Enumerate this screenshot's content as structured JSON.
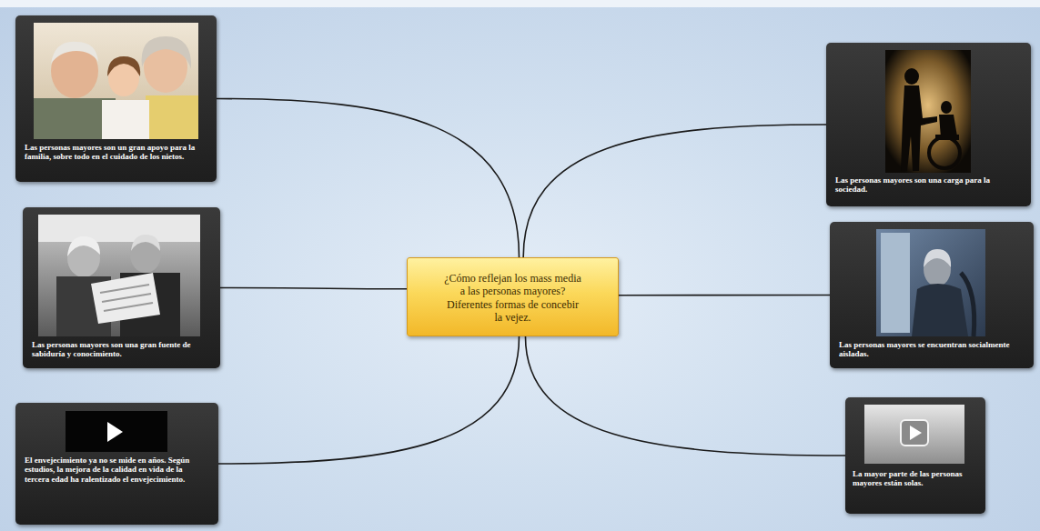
{
  "diagram": {
    "nodes": [
      {
        "text": [
          "¿Cómo reflejan los mass media a las personas mayores? Diferentes formas de concebir la vejez."
        ]
      },
      {
        "text": [
          "Las personas mayores son un gran apoyo para la familia, sobre todo en el cuidado de los nietos."
        ]
      },
      {
        "text": [
          "Las personas mayores son una gran fuente de sabiduría y conocimiento."
        ]
      },
      {
        "text": [
          "El envejecimiento ya no se mide en años. Según estudios, la mejora de la calidad en vida de la tercera edad ha ralentizado el envejecimiento."
        ]
      },
      {
        "text": [
          "Las personas mayores son una carga para la sociedad."
        ]
      },
      {
        "text": [
          "Las personas mayores se encuentran socialmente aisladas."
        ]
      },
      {
        "text": [
          "La mayor parte de las personas mayores están solas."
        ]
      }
    ],
    "edges": [
      {
        "from": 0,
        "to": 1,
        "arrow": "none"
      },
      {
        "from": 0,
        "to": 2,
        "arrow": "none"
      },
      {
        "from": 0,
        "to": 3,
        "arrow": "none"
      },
      {
        "from": 0,
        "to": 4,
        "arrow": "none"
      },
      {
        "from": 0,
        "to": 5,
        "arrow": "none"
      },
      {
        "from": 0,
        "to": 6,
        "arrow": "none"
      }
    ]
  }
}
